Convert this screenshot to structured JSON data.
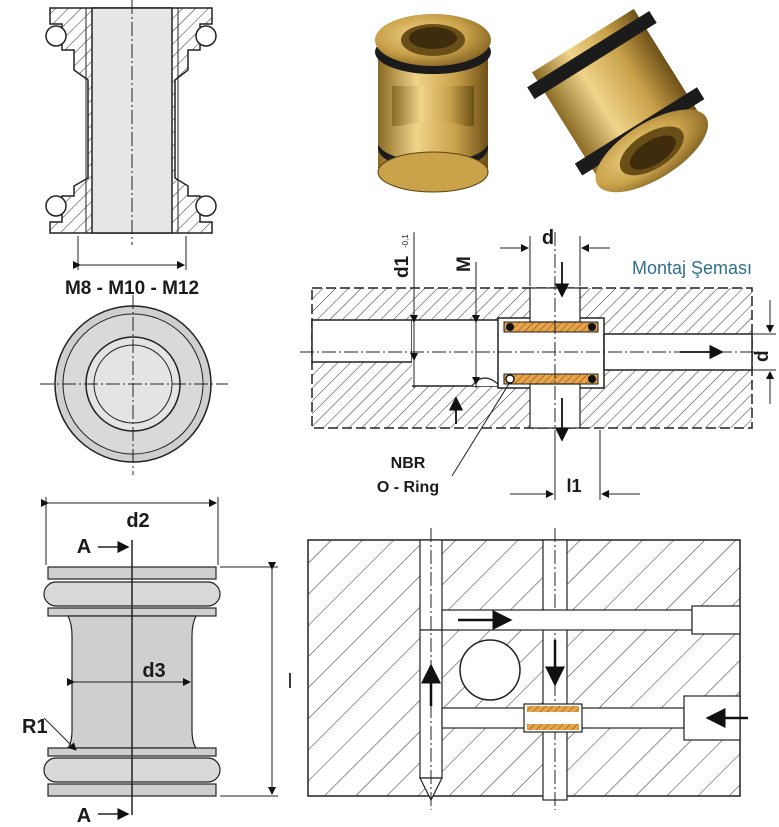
{
  "labels": {
    "thread_sizes": "M8 - M10 - M12",
    "diameter_d2": "d2",
    "section_a_top": "A",
    "section_a_bottom": "A",
    "diameter_d3": "d3",
    "length_l": "l",
    "radius_r1": "R1",
    "d_top": "d",
    "d1_tol": "d1",
    "d1_tol_sup": "-0,1",
    "thread_m": "M",
    "d_right": "d",
    "montaj_title": "Montaj Şeması",
    "nbr": "NBR",
    "oring": "O - Ring",
    "l1": "l1"
  },
  "colors": {
    "brass": "#c9a24a",
    "brass_dark": "#8a6a24",
    "oring": "#1a1a1a",
    "title_blue": "#2e6f8e",
    "seal_orange": "#e08a2a"
  }
}
